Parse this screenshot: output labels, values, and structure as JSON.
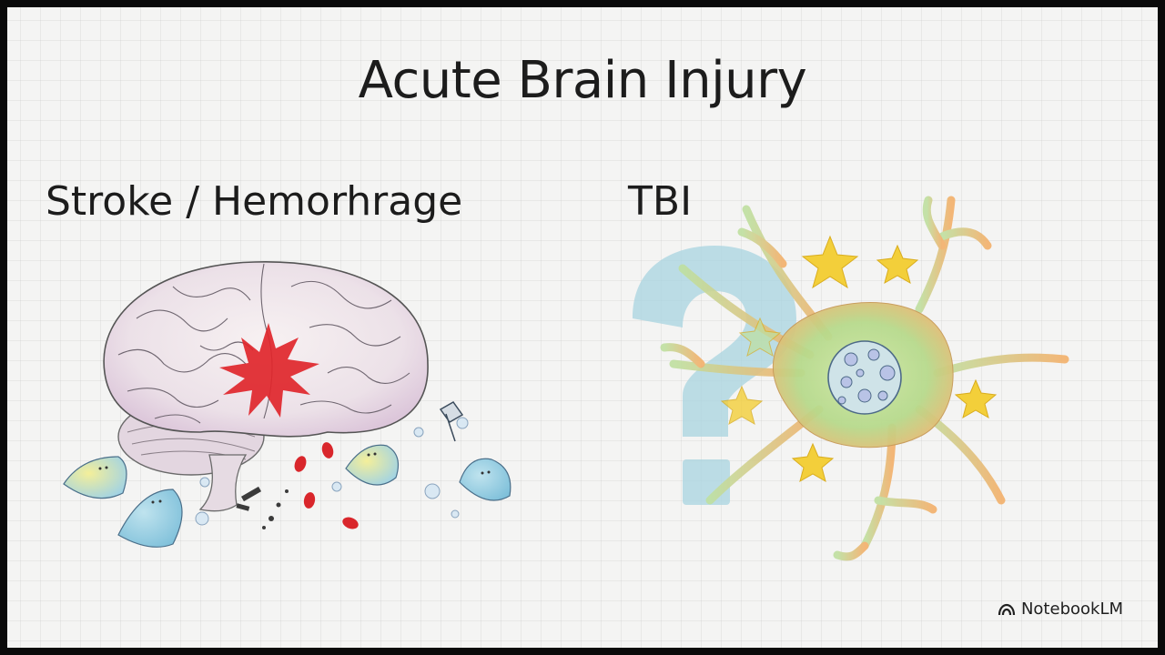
{
  "slide": {
    "title": "Acute Brain Injury",
    "left_heading": "Stroke / Hemorhrage",
    "right_heading": "TBI"
  },
  "branding": {
    "name": "NotebookLM",
    "icon": "notebooklm-logo-icon"
  },
  "colors": {
    "background": "#f4f4f3",
    "hemorrhage_red": "#e0262b",
    "question_mark": "#a8d4e0",
    "star_yellow": "#f3cf3a",
    "neuron_green": "#b7da8c",
    "neuron_orange": "#f3b06a"
  },
  "illustrations": {
    "left": "brain-with-hemorrhage-and-cleaner-cells",
    "right": "neuron-with-question-mark-and-stars"
  }
}
